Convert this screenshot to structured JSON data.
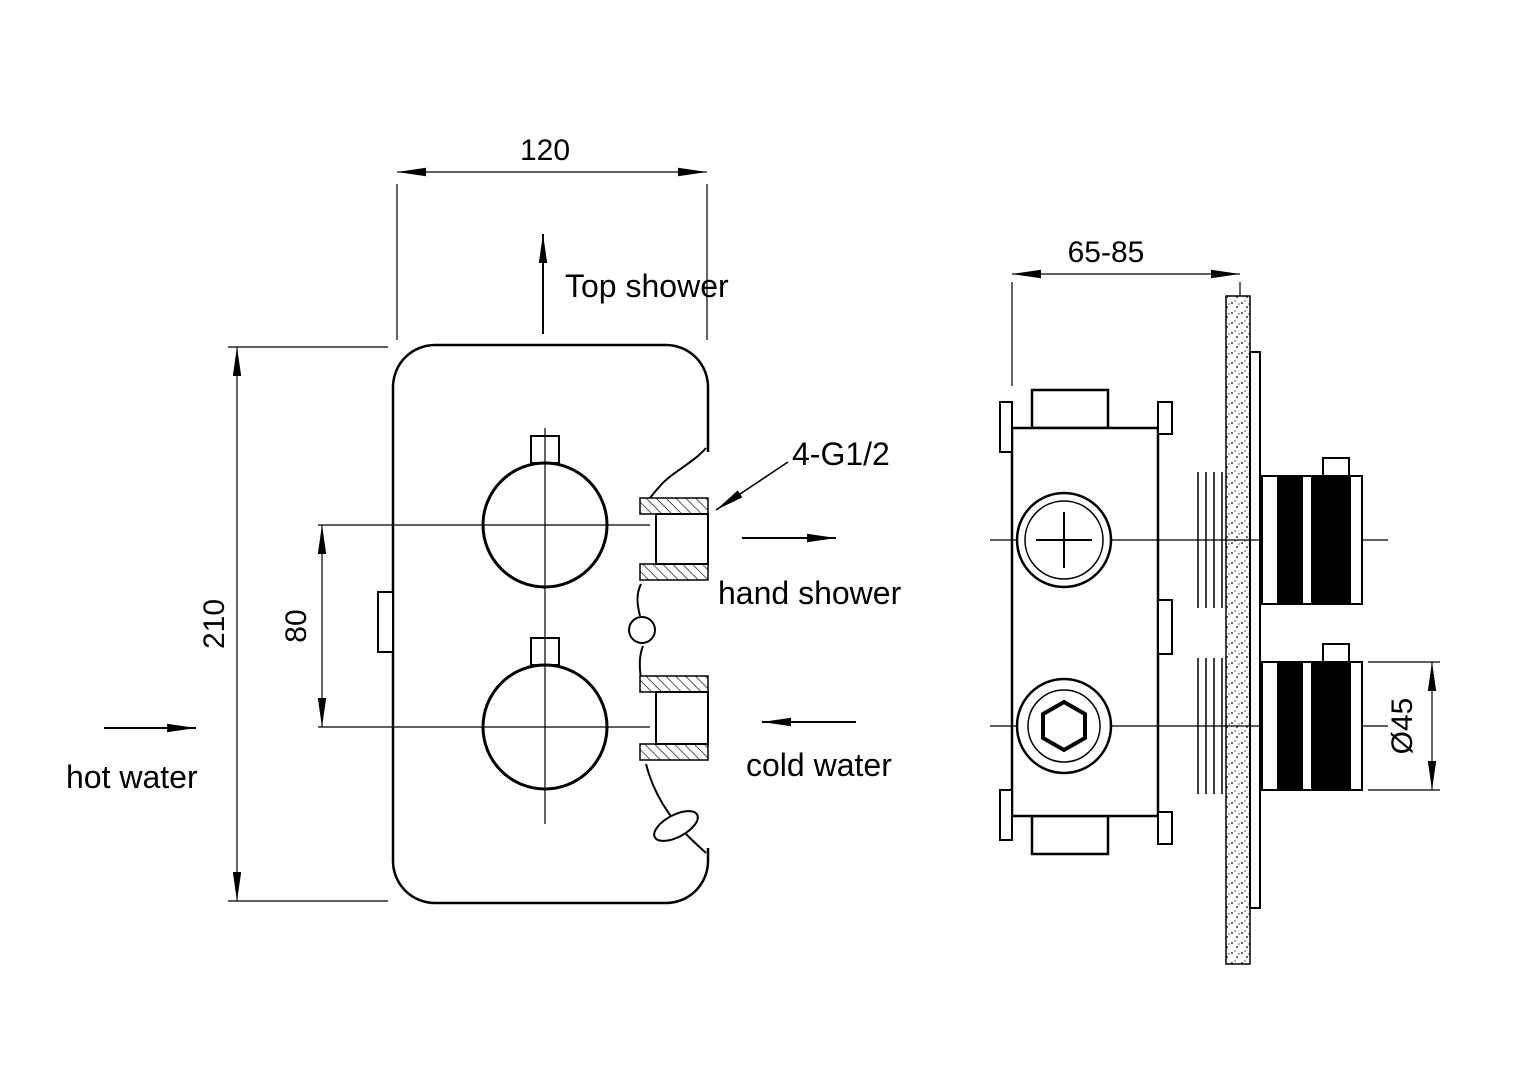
{
  "drawing": {
    "type": "technical-drawing",
    "subject": "concealed thermostatic shower valve, front and side installation views",
    "views": {
      "front": {
        "dimensions": {
          "width": "120",
          "height": "210",
          "handle_spacing": "80"
        },
        "labels": {
          "top_shower": "Top shower",
          "hand_shower": "hand shower",
          "cold_water": "cold water",
          "hot_water": "hot water",
          "thread": "4-G1/2"
        }
      },
      "side": {
        "dimensions": {
          "depth": "65-85",
          "handle_diameter": "Ø45"
        }
      }
    },
    "colors": {
      "line": "#000000",
      "background": "#ffffff"
    }
  }
}
